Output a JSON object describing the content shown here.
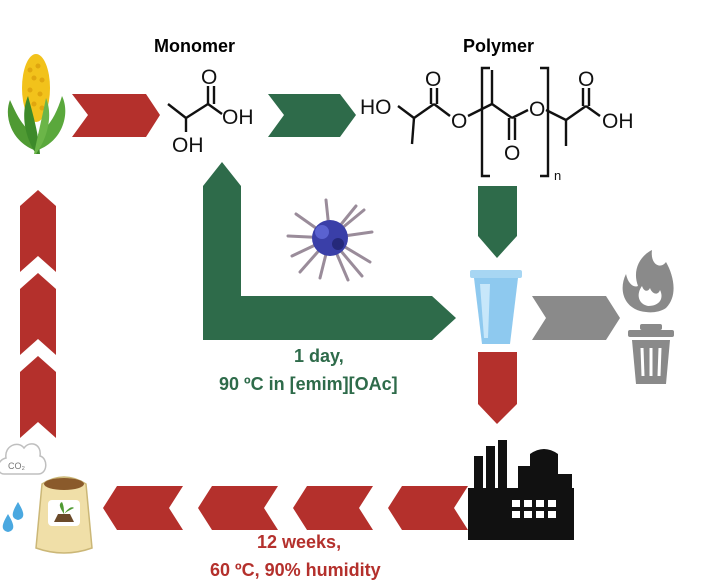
{
  "labels": {
    "monomer": "Monomer",
    "polymer": "Polymer",
    "green_condition_line1": "1 day,",
    "green_condition_line2": "90 ºC in [emim][OAc]",
    "red_condition_line1": "12 weeks,",
    "red_condition_line2": "60 ºC, 90% humidity"
  },
  "chemistry": {
    "monomer_oh_right": "OH",
    "monomer_oh_bottom": "OH",
    "monomer_o": "O",
    "polymer_ho": "HO",
    "polymer_oh": "OH",
    "polymer_o": "O",
    "polymer_n": "n"
  },
  "co2_text": "CO₂",
  "colors": {
    "green_pathway": "#2e6b4a",
    "red_pathway": "#b4302c",
    "gray_pathway": "#8a8a8a",
    "green_text": "#2e6b4a",
    "red_text": "#b4302c",
    "cup": "#8ec9ef",
    "factory": "#111111"
  },
  "icons": [
    "corn-icon",
    "cup-icon",
    "fire-icon",
    "trash-can-icon",
    "factory-icon",
    "compost-bag-icon",
    "co2-cloud-icon",
    "water-drops-icon",
    "ionic-liquid-cluster-icon"
  ]
}
